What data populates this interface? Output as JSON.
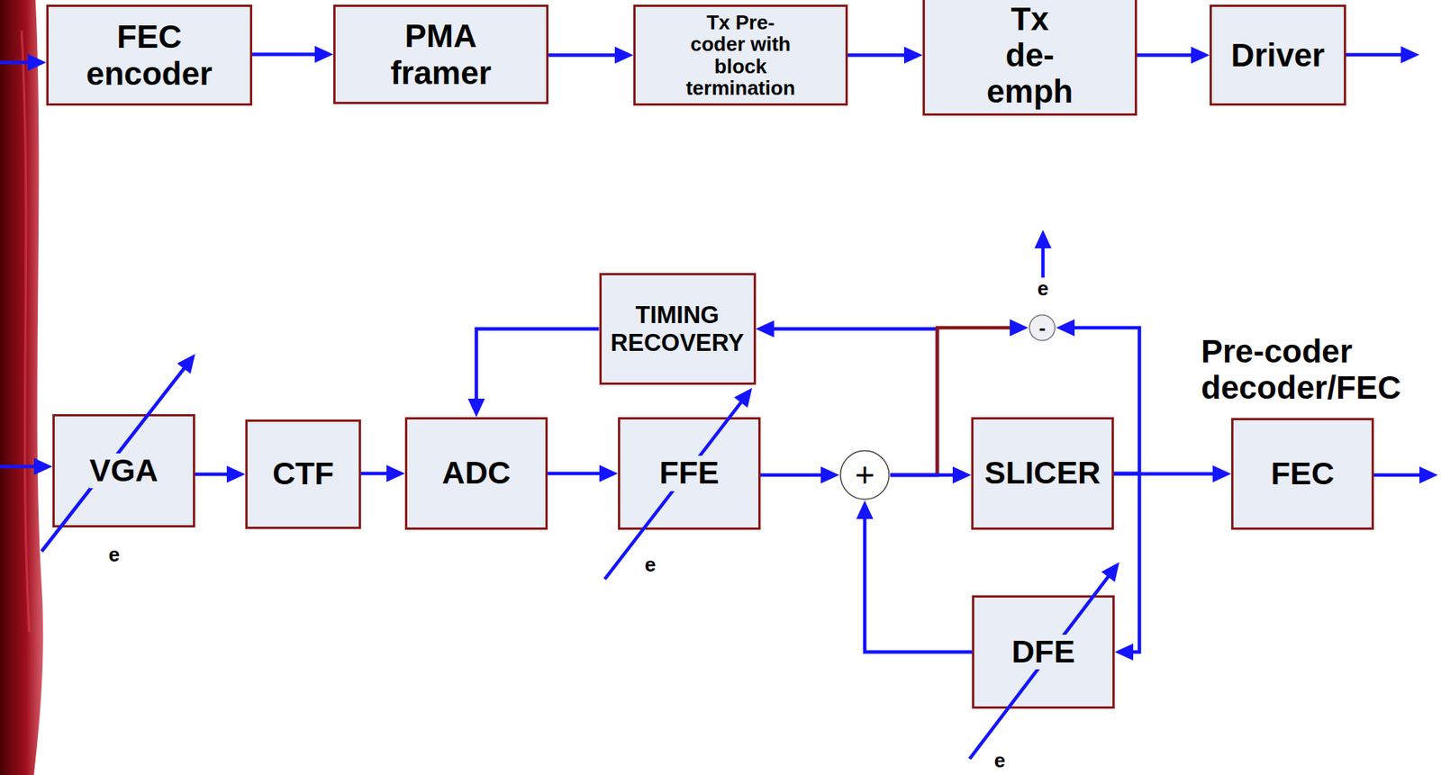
{
  "diagram": {
    "nodes": [
      {
        "text": [
          "FEC encoder"
        ]
      },
      {
        "text": [
          "PMA framer"
        ]
      },
      {
        "text": [
          "Tx Pre-coder with block termination"
        ]
      },
      {
        "text": [
          "Tx de-emph"
        ]
      },
      {
        "text": [
          "Driver"
        ]
      },
      {
        "text": [
          "TIMING RECOVERY"
        ]
      },
      {
        "text": [
          "-"
        ]
      },
      {
        "text": [
          "VGA"
        ]
      },
      {
        "text": [
          "CTF"
        ]
      },
      {
        "text": [
          "ADC"
        ]
      },
      {
        "text": [
          "FFE"
        ]
      },
      {
        "text": [
          "+"
        ]
      },
      {
        "text": [
          "SLICER"
        ]
      },
      {
        "text": [
          "FEC"
        ]
      },
      {
        "text": [
          "DFE"
        ]
      }
    ],
    "edges": [
      {
        "from": 0,
        "to": 1,
        "arrow": "to"
      },
      {
        "from": 1,
        "to": 2,
        "arrow": "to"
      },
      {
        "from": 2,
        "to": 3,
        "arrow": "to"
      },
      {
        "from": 3,
        "to": 4,
        "arrow": "to"
      },
      {
        "from": 7,
        "to": 8,
        "arrow": "to"
      },
      {
        "from": 8,
        "to": 9,
        "arrow": "to"
      },
      {
        "from": 9,
        "to": 10,
        "arrow": "to"
      },
      {
        "from": 10,
        "to": 11,
        "arrow": "to"
      },
      {
        "from": 11,
        "to": 5,
        "arrow": "to"
      },
      {
        "from": 11,
        "to": 6,
        "arrow": "to"
      },
      {
        "from": 11,
        "to": 12,
        "arrow": "to"
      },
      {
        "from": 5,
        "to": 9,
        "arrow": "to"
      },
      {
        "from": 12,
        "to": 13,
        "arrow": "to"
      },
      {
        "from": 12,
        "to": 6,
        "arrow": "to"
      },
      {
        "from": 12,
        "to": 14,
        "arrow": "to"
      },
      {
        "from": 14,
        "to": 11,
        "arrow": "to"
      }
    ],
    "labels": [
      "e",
      "Pre-coder decoder/FEC",
      "e",
      "e",
      "e"
    ]
  }
}
